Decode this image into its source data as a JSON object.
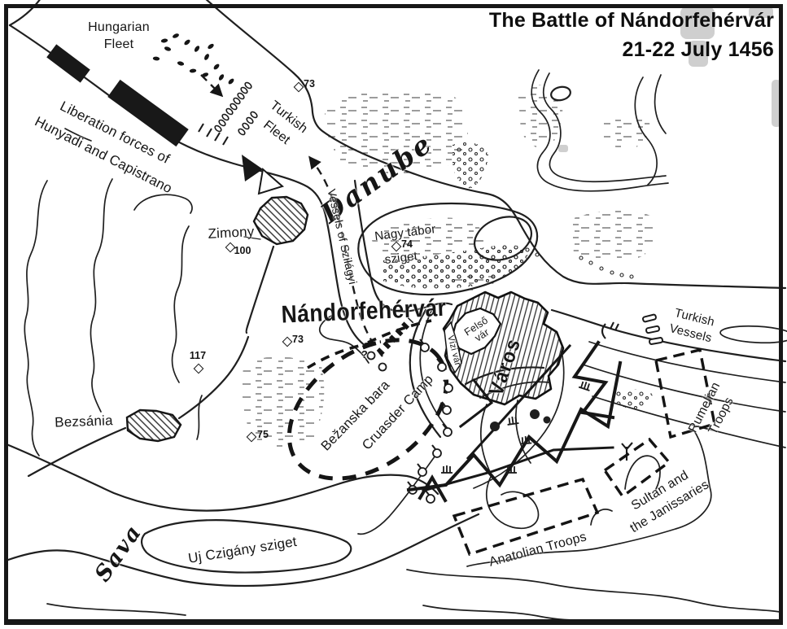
{
  "title": {
    "line1": "The Battle of Nándorfehérvár",
    "line2": "21-22 July 1456"
  },
  "labels": {
    "hungarian_fleet": "Hungarian\nFleet",
    "liberation_forces": "Liberation forces of\nHunyadi and Capistrano",
    "turkish_fleet": "Turkish\nFleet",
    "danube": "Danube",
    "vessels_of_szilagyi": "Vessels of Szilágyi",
    "zimony": "Zimony",
    "nagy_tabor_sziget_line1": "Nagy tábor",
    "nagy_tabor_sziget_line2": "sziget",
    "nandorfehervar": "Nándorfehérvár",
    "felso_var": "Felső\nvár",
    "vizi_var": "Vízi vár",
    "varos": "Város",
    "turkish_vessels": "Turkish\nVessels",
    "rumelian_troops": "Rumelian\nTroops",
    "bezanska_bara": "Bežanska bara",
    "crusader_camp": "Cruasder Camp",
    "bezsania": "Bezsánia",
    "sava": "Sava",
    "uj_czigany_sziget": "Uj Czigány sziget",
    "anatolian_troops": "Anatolian Troops",
    "sultan_janissaries": "Sultan and\nthe Janissaries",
    "uncertain_mark": "?"
  },
  "elevations": [
    {
      "value": "73"
    },
    {
      "value": "100"
    },
    {
      "value": "74"
    },
    {
      "value": "73"
    },
    {
      "value": "117"
    },
    {
      "value": "75"
    }
  ],
  "icons": {
    "elevation_marker": "four-pointed-star",
    "fleet_route": "dashed-arrow",
    "camp_tent": "circle-with-flag",
    "artillery_battery": "bar-group"
  },
  "colors": {
    "ink": "#1b1b1b",
    "paper": "#ffffff",
    "smudge": "#b5b5b5"
  }
}
